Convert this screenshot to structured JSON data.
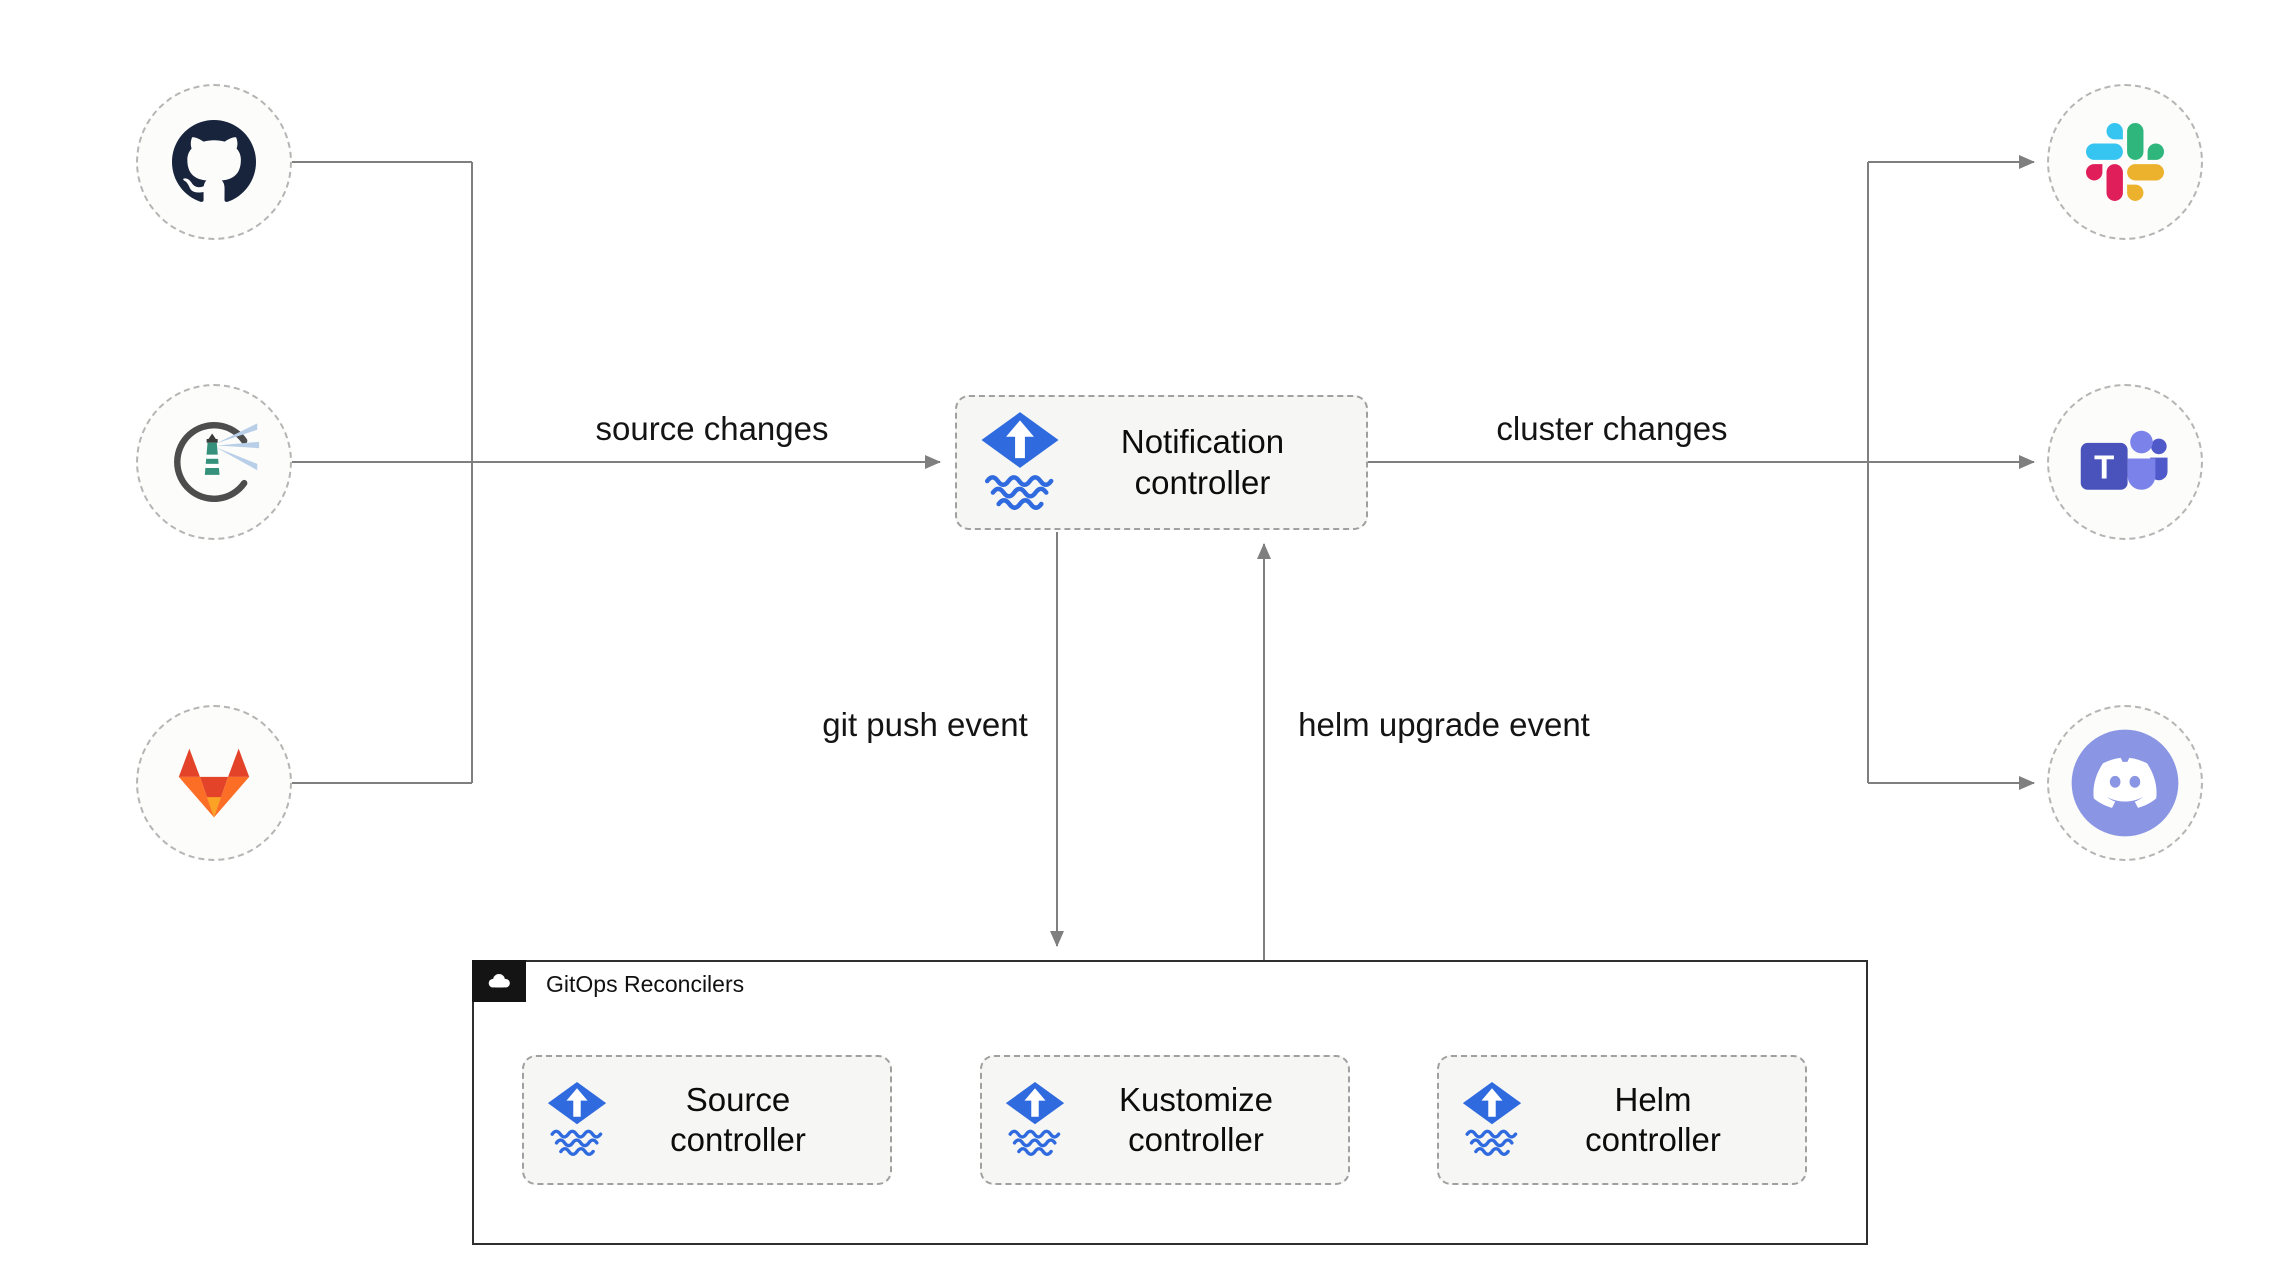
{
  "edges": {
    "source_changes": "source changes",
    "cluster_changes": "cluster changes",
    "git_push_event": "git push event",
    "helm_upgrade_event": "helm upgrade event"
  },
  "nodes": {
    "notification_controller": "Notification controller",
    "source_controller": "Source controller",
    "kustomize_controller": "Kustomize controller",
    "helm_controller": "Helm controller"
  },
  "group": {
    "label": "GitOps Reconcilers"
  },
  "icons": {
    "sources": [
      "github-icon",
      "harbor-icon",
      "gitlab-icon"
    ],
    "targets": [
      "slack-icon",
      "teams-icon",
      "discord-icon"
    ],
    "controller": "flux-icon",
    "group_badge": "cloud-icon"
  },
  "colors": {
    "flux_blue": "#2f6bdf",
    "connector_gray": "#7f7f7f",
    "group_border": "#2f2f2f",
    "node_fill": "#f6f6f4"
  }
}
